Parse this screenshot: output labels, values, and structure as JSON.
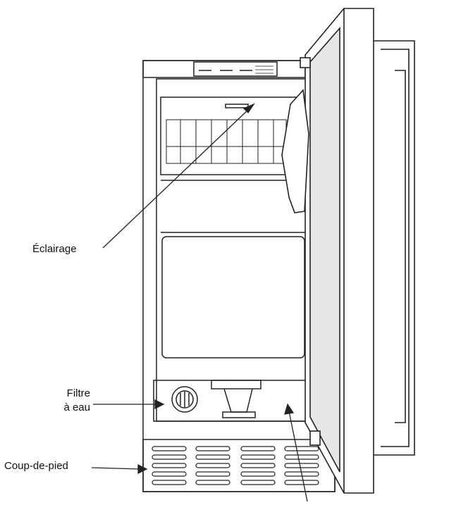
{
  "labels": {
    "lighting": "Éclairage",
    "water_filter": "Filtre\nà eau",
    "kick_plate": "Coup-de-pied"
  },
  "colors": {
    "outline": "#222222",
    "door_shade": "#e6e6e6",
    "background": "#ffffff"
  }
}
